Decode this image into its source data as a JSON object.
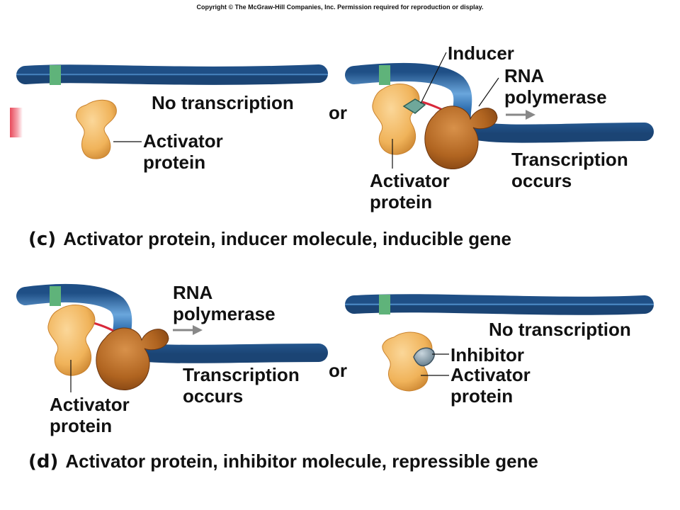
{
  "copyright": "Copyright © The McGraw-Hill Companies, Inc. Permission required for reproduction or display.",
  "panel_c": {
    "left": {
      "no_transcription": "No transcription",
      "activator_line1": "Activator",
      "activator_line2": "protein"
    },
    "or": "or",
    "right": {
      "inducer": "Inducer",
      "rna_line1": "RNA",
      "rna_line2": "polymerase",
      "transcription_line1": "Transcription",
      "transcription_line2": "occurs",
      "activator_line1": "Activator",
      "activator_line2": "protein"
    },
    "caption_tag": "(c)",
    "caption": "Activator protein, inducer molecule, inducible gene"
  },
  "panel_d": {
    "left": {
      "rna_line1": "RNA",
      "rna_line2": "polymerase",
      "transcription_line1": "Transcription",
      "transcription_line2": "occurs",
      "activator_line1": "Activator",
      "activator_line2": "protein"
    },
    "or": "or",
    "right": {
      "no_transcription": "No transcription",
      "inhibitor": "Inhibitor",
      "activator_line1": "Activator",
      "activator_line2": "protein"
    },
    "caption_tag": "(d)",
    "caption": "Activator protein, inhibitor molecule, repressible gene"
  },
  "colors": {
    "dna": "#2f6fb0",
    "dna_dark": "#1f4f86",
    "dna_light": "#6aa6dc",
    "binding_site": "#5fb37a",
    "activator": "#f0b35a",
    "polymerase": "#b86a22",
    "mrna": "#d8283a",
    "inducer": "#6fa79a",
    "inhibitor": "#6c8592"
  }
}
